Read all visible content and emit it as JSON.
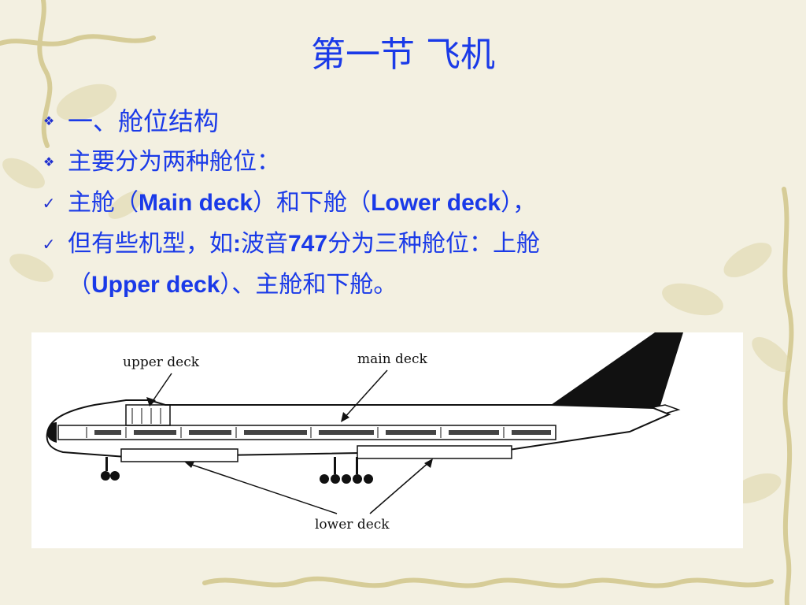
{
  "slide": {
    "title": "第一节   飞机"
  },
  "bullets": [
    {
      "marker": "❖",
      "text": "一、舱位结构"
    },
    {
      "marker": "❖",
      "text": "主要分为两种舱位："
    },
    {
      "marker": "✓",
      "parts": [
        "主舱（",
        "Main deck",
        "）和下舱（",
        "Lower deck",
        "），"
      ]
    },
    {
      "marker": "✓",
      "parts": [
        "但有些机型，如",
        ":",
        "波音",
        "747",
        "分为三种舱位：上舱",
        "（",
        "Upper deck",
        "）、主舱和下舱。"
      ]
    }
  ],
  "diagram": {
    "labels": {
      "upper": "upper deck",
      "main": "main deck",
      "lower": "lower deck"
    }
  },
  "colors": {
    "text_blue": "#1a3ae8",
    "background": "#f3f0e1",
    "vine": "#d8cf9e"
  }
}
